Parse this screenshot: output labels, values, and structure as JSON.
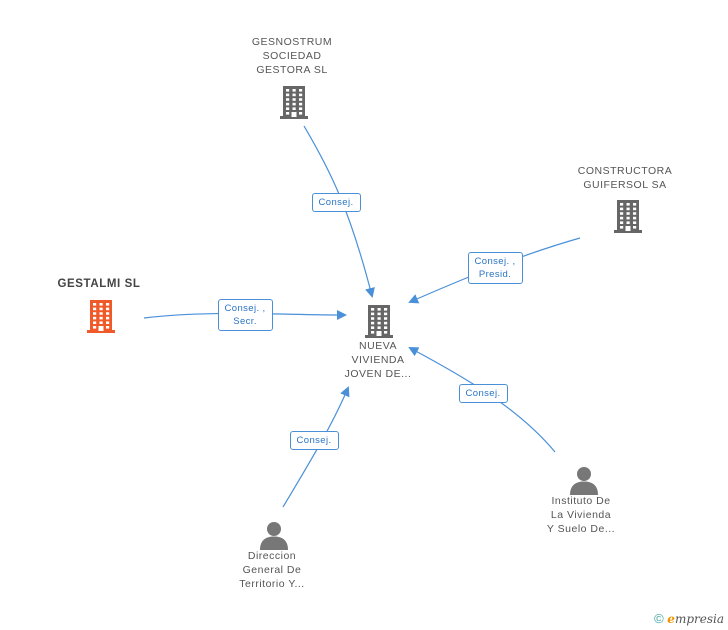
{
  "nodes": {
    "gestalmi": {
      "lines": [
        "GESTALMI SL"
      ],
      "kind": "company-main",
      "color": "#f05a28"
    },
    "gesnostrum": {
      "lines": [
        "GESNOSTRUM",
        "SOCIEDAD",
        "GESTORA  SL"
      ],
      "kind": "company",
      "color": "#666666"
    },
    "constructora": {
      "lines": [
        "CONSTRUCTORA",
        "GUIFERSOL SA"
      ],
      "kind": "company",
      "color": "#666666"
    },
    "nueva": {
      "lines": [
        "NUEVA",
        "VIVIENDA",
        "JOVEN DE..."
      ],
      "kind": "company",
      "color": "#666666"
    },
    "direccion": {
      "lines": [
        "Direccion",
        "General De",
        "Territorio Y..."
      ],
      "kind": "person",
      "color": "#777777"
    },
    "instituto": {
      "lines": [
        "Instituto De",
        "La Vivienda",
        "Y Suelo De..."
      ],
      "kind": "person",
      "color": "#777777"
    }
  },
  "edges": [
    {
      "from": "gestalmi",
      "to": "nueva",
      "lines": [
        "Consej. ,",
        "Secr."
      ]
    },
    {
      "from": "gesnostrum",
      "to": "nueva",
      "lines": [
        "Consej."
      ]
    },
    {
      "from": "constructora",
      "to": "nueva",
      "lines": [
        "Consej. ,",
        "Presid."
      ]
    },
    {
      "from": "direccion",
      "to": "nueva",
      "lines": [
        "Consej."
      ]
    },
    {
      "from": "instituto",
      "to": "nueva",
      "lines": [
        "Consej."
      ]
    }
  ],
  "colors": {
    "edge": "#4a90d9",
    "accent": "#f05a28"
  },
  "footer": {
    "copyright": "©",
    "brand_e": "e",
    "brand_rest": "mpresia"
  }
}
